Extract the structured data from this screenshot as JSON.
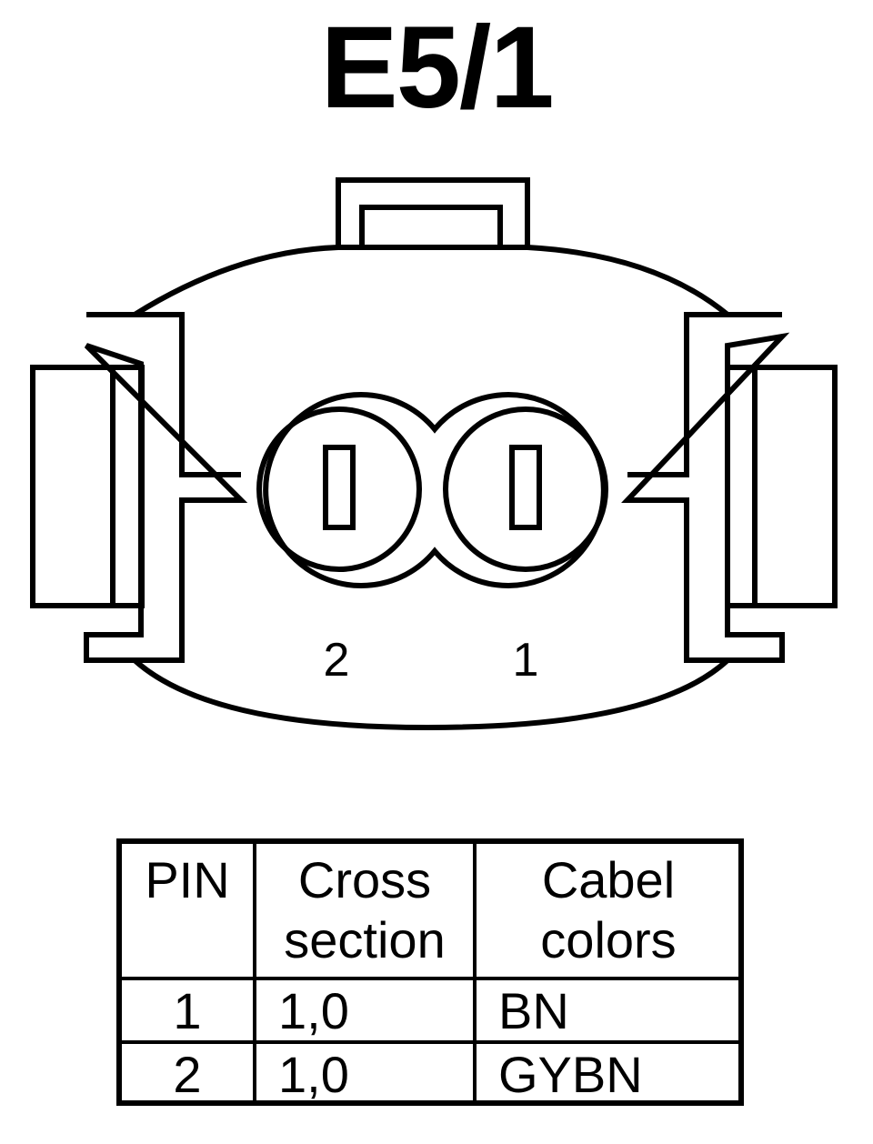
{
  "title": "E5/1",
  "connector": {
    "pin_labels": [
      "2",
      "1"
    ]
  },
  "table": {
    "headers": {
      "pin": "PIN",
      "cross_line1": "Cross",
      "cross_line2": "section",
      "cabel_line1": "Cabel",
      "cabel_line2": "colors"
    },
    "rows": [
      {
        "pin": "1",
        "cross_section": "1,0",
        "cable_color": "BN"
      },
      {
        "pin": "2",
        "cross_section": "1,0",
        "cable_color": "GYBN"
      }
    ]
  }
}
